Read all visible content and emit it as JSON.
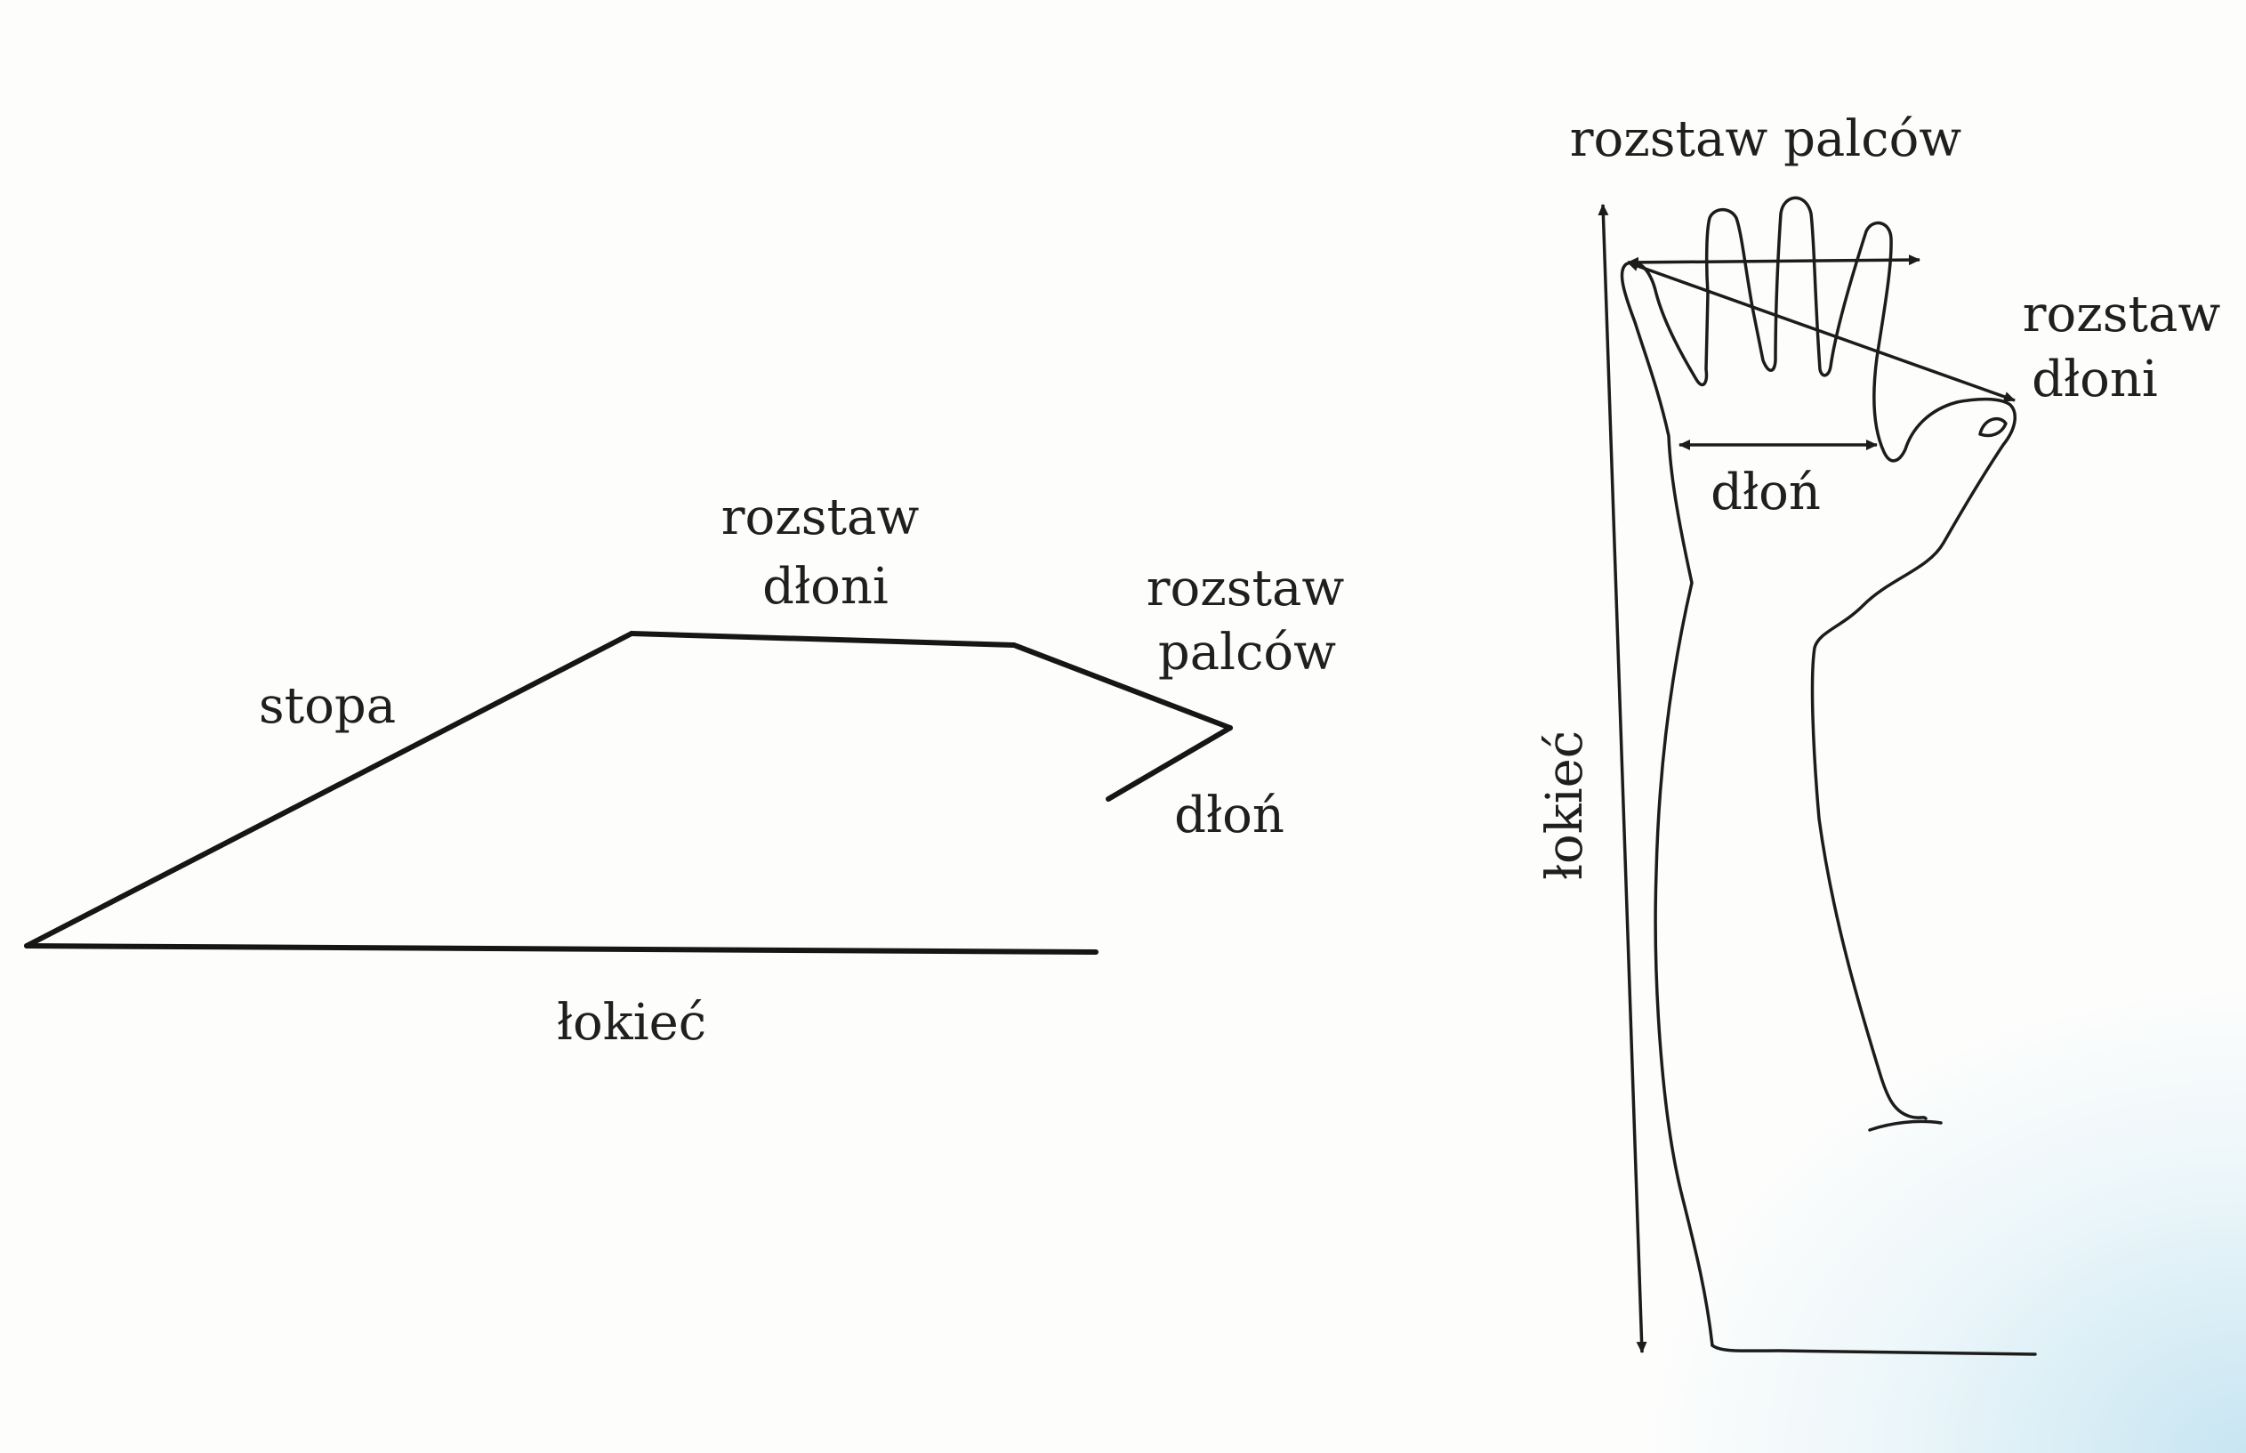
{
  "left_diagram": {
    "label_stopa": "stopa",
    "label_rozstaw_dloni_line1": "rozstaw",
    "label_rozstaw_dloni_line2": "dłoni",
    "label_rozstaw_palcow_line1": "rozstaw",
    "label_rozstaw_palcow_line2": "palców",
    "label_dlon": "dłoń",
    "label_lokiec": "łokieć"
  },
  "right_diagram": {
    "label_rozstaw_palcow": "rozstaw palców",
    "label_rozstaw_dloni_line1": "rozstaw",
    "label_rozstaw_dloni_line2": "dłoni",
    "label_dlon": "dłoń",
    "label_lokiec": "łokieć"
  },
  "colors": {
    "ink": "#161616",
    "background": "#fdfdfc",
    "tint": "#bee1f0"
  }
}
